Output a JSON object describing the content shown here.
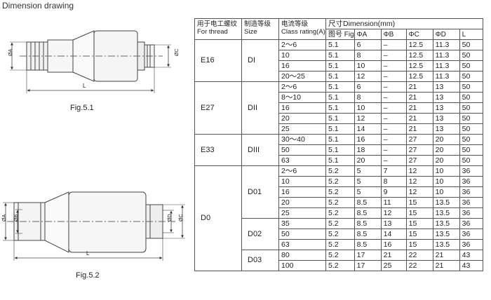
{
  "heading": "Dimension drawing",
  "figures": [
    {
      "caption": "Fig.5.1",
      "dims": {
        "a": "ØA",
        "c": "ØC",
        "l": "L"
      }
    },
    {
      "caption": "Fig.5.2",
      "dims": {
        "a": "ØA",
        "b": "ØB",
        "c": "ØC",
        "d": "ØD",
        "l": "L"
      }
    }
  ],
  "table": {
    "headers": {
      "thread_cn": "用于电工螺纹",
      "thread_en": "For thread",
      "size_cn": "制造等级",
      "size_en": "Size",
      "rating_cn": "电流等级",
      "rating_en": "Class rating(A)",
      "dimension": "尺寸Dimension(mm)",
      "fig": "图号 Fig",
      "a": "ΦA",
      "b": "ΦB",
      "c": "ΦC",
      "d": "ΦD",
      "l": "L"
    },
    "groups": [
      {
        "thread": "E16",
        "sizes": [
          {
            "size": "DI",
            "rows": [
              {
                "rating": "2～6",
                "fig": "5.1",
                "a": "6",
                "b": "–",
                "c": "12.5",
                "d": "11.3",
                "l": "50"
              },
              {
                "rating": "10",
                "fig": "5.1",
                "a": "8",
                "b": "–",
                "c": "12.5",
                "d": "11.3",
                "l": "50"
              },
              {
                "rating": "16",
                "fig": "5.1",
                "a": "10",
                "b": "–",
                "c": "12.5",
                "d": "11.3",
                "l": "50"
              },
              {
                "rating": "20～25",
                "fig": "5.1",
                "a": "12",
                "b": "–",
                "c": "12.5",
                "d": "11.3",
                "l": "50"
              }
            ]
          }
        ]
      },
      {
        "thread": "E27",
        "sizes": [
          {
            "size": "DII",
            "rows": [
              {
                "rating": "2～6",
                "fig": "5.1",
                "a": "6",
                "b": "–",
                "c": "21",
                "d": "13",
                "l": "50"
              },
              {
                "rating": "8～10",
                "fig": "5.1",
                "a": "8",
                "b": "–",
                "c": "21",
                "d": "13",
                "l": "50"
              },
              {
                "rating": "16",
                "fig": "5.1",
                "a": "10",
                "b": "–",
                "c": "21",
                "d": "13",
                "l": "50"
              },
              {
                "rating": "20",
                "fig": "5.1",
                "a": "12",
                "b": "–",
                "c": "21",
                "d": "13",
                "l": "50"
              },
              {
                "rating": "25",
                "fig": "5.1",
                "a": "14",
                "b": "–",
                "c": "21",
                "d": "13",
                "l": "50"
              }
            ]
          }
        ]
      },
      {
        "thread": "E33",
        "sizes": [
          {
            "size": "DIII",
            "rows": [
              {
                "rating": "30～40",
                "fig": "5.1",
                "a": "16",
                "b": "–",
                "c": "27",
                "d": "20",
                "l": "50"
              },
              {
                "rating": "50",
                "fig": "5.1",
                "a": "18",
                "b": "–",
                "c": "27",
                "d": "20",
                "l": "50"
              },
              {
                "rating": "63",
                "fig": "5.1",
                "a": "20",
                "b": "–",
                "c": "27",
                "d": "20",
                "l": "50"
              }
            ]
          }
        ]
      },
      {
        "thread": "D0",
        "sizes": [
          {
            "size": "D01",
            "rows": [
              {
                "rating": "2～6",
                "fig": "5.2",
                "a": "5",
                "b": "7",
                "c": "12",
                "d": "10",
                "l": "36"
              },
              {
                "rating": "10",
                "fig": "5.2",
                "a": "5",
                "b": "8",
                "c": "12",
                "d": "10",
                "l": "36"
              },
              {
                "rating": "16",
                "fig": "5.2",
                "a": "5",
                "b": "9",
                "c": "12",
                "d": "10",
                "l": "36"
              },
              {
                "rating": "20",
                "fig": "5.2",
                "a": "8.5",
                "b": "11",
                "c": "15",
                "d": "13.5",
                "l": "36"
              },
              {
                "rating": "25",
                "fig": "5.2",
                "a": "8.5",
                "b": "12",
                "c": "15",
                "d": "13.5",
                "l": "36"
              }
            ]
          },
          {
            "size": "D02",
            "rows": [
              {
                "rating": "35",
                "fig": "5.2",
                "a": "8.5",
                "b": "13",
                "c": "15",
                "d": "13.5",
                "l": "36"
              },
              {
                "rating": "50",
                "fig": "5.2",
                "a": "8.5",
                "b": "14",
                "c": "15",
                "d": "13.5",
                "l": "36"
              },
              {
                "rating": "63",
                "fig": "5.2",
                "a": "8.5",
                "b": "16",
                "c": "15",
                "d": "13.5",
                "l": "36"
              }
            ]
          },
          {
            "size": "D03",
            "rows": [
              {
                "rating": "80",
                "fig": "5.2",
                "a": "17",
                "b": "21",
                "c": "22",
                "d": "21",
                "l": "43"
              },
              {
                "rating": "100",
                "fig": "5.2",
                "a": "17",
                "b": "25",
                "c": "22",
                "d": "21",
                "l": "43"
              }
            ]
          }
        ]
      }
    ]
  }
}
